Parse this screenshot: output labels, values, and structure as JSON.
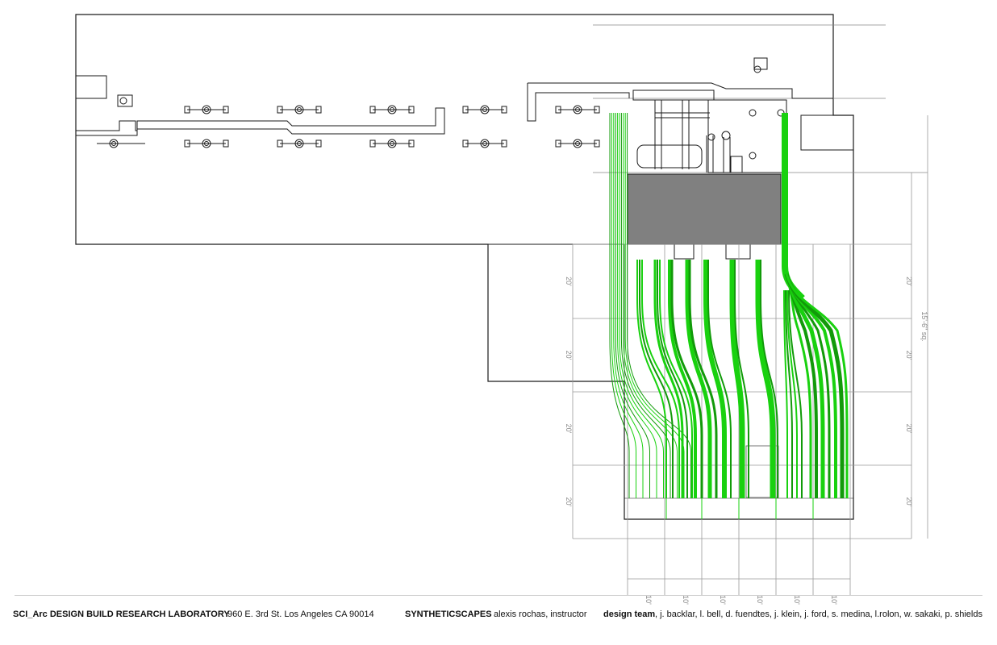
{
  "footer": {
    "lab_name": "SCI_Arc DESIGN BUILD RESEARCH LABORATORY",
    "address": "960 E. 3rd St. Los Angeles CA 90014",
    "project_name": "SYNTHETICSCAPES",
    "instructor": "alexis rochas, instructor",
    "team_label": "design team",
    "team_members": ", j. backlar, l. bell, d. fuendtes, j. klein, j. ford, s. medina, l.rolon, w. sakaki, p. shields"
  },
  "dimensions": {
    "row_label": "20'",
    "col_label": "10'",
    "overall_label": "15'-6\" sq."
  },
  "colors": {
    "line": "#1a1a1a",
    "dim": "#9a9a9a",
    "green": "#19d10f",
    "green_dark": "#129a0a",
    "slab": "#808080"
  }
}
